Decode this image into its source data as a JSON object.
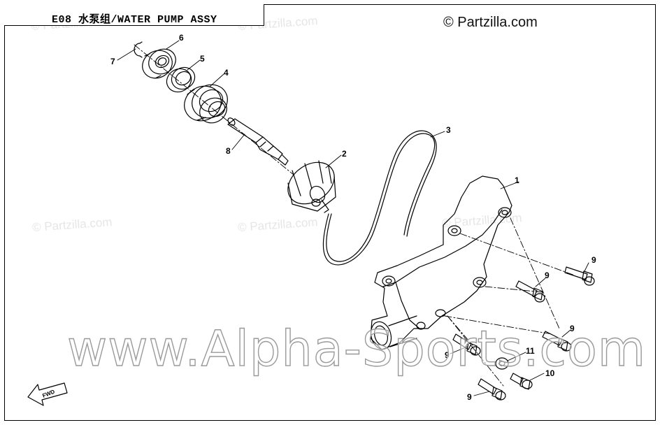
{
  "title": "E08 水泵组/WATER PUMP ASSY",
  "copyright": "© Partzilla.com",
  "watermarks": {
    "partzilla": "© Partzilla.com",
    "alpha_sports": "www.Alpha-Sports.com"
  },
  "fwd_label": "FWD",
  "callouts": [
    {
      "id": "callout-1",
      "text": "1"
    },
    {
      "id": "callout-2",
      "text": "2"
    },
    {
      "id": "callout-3",
      "text": "3"
    },
    {
      "id": "callout-4",
      "text": "4"
    },
    {
      "id": "callout-5",
      "text": "5"
    },
    {
      "id": "callout-6",
      "text": "6"
    },
    {
      "id": "callout-7",
      "text": "7"
    },
    {
      "id": "callout-8",
      "text": "8"
    },
    {
      "id": "callout-9a",
      "text": "9"
    },
    {
      "id": "callout-9b",
      "text": "9"
    },
    {
      "id": "callout-9c",
      "text": "9"
    },
    {
      "id": "callout-9d",
      "text": "9"
    },
    {
      "id": "callout-9e",
      "text": "9"
    },
    {
      "id": "callout-10",
      "text": "10"
    },
    {
      "id": "callout-11",
      "text": "11"
    }
  ],
  "colors": {
    "line": "#000000",
    "background": "#ffffff",
    "watermark": "#e6e6e6"
  }
}
